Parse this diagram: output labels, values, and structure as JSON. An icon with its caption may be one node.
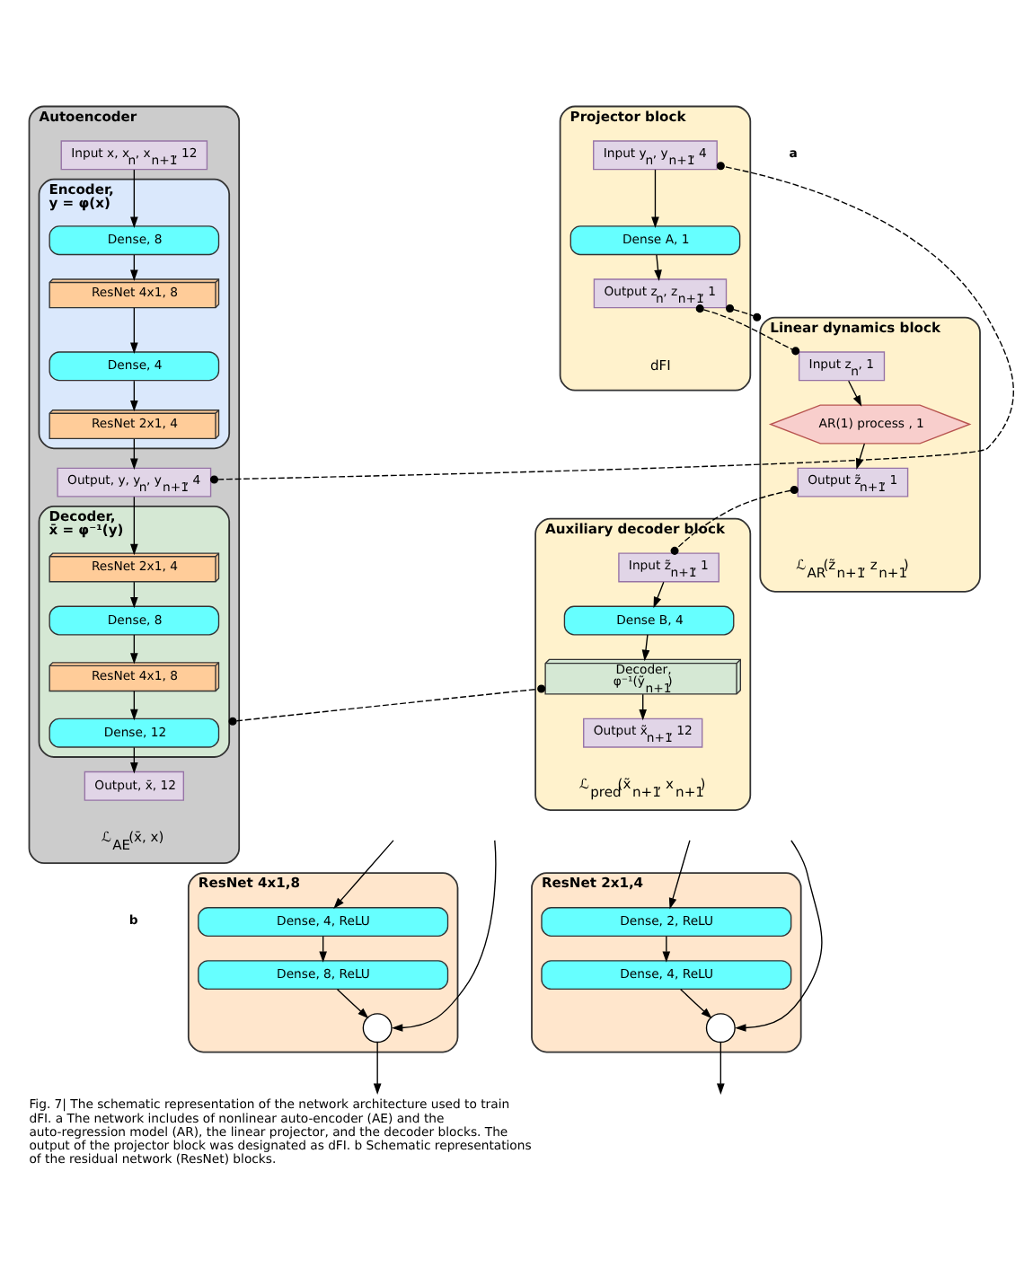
{
  "diagram": {
    "caption": "Fig. 7| The schematic representation of the network architecture used to train dFI. a The network includes of nonlinear auto-encoder (AE) and the auto-regression model (AR), the linear projector, and the decoder blocks. The output of the projector block was designated as dFI. b Schematic representations of the residual network (ResNet) blocks.",
    "nodes": [
      {
        "text": [
          "Autoencoder",
          "ℒ$_{AE}$(x̄, x)"
        ]
      },
      {
        "text": [
          "Input x, x$_{n}$, x$_{n+1}$, 12"
        ],
        "in": 0
      },
      {
        "text": [
          "Encoder, y = φ(x)"
        ],
        "in": 0
      },
      {
        "text": [
          "Dense, 8"
        ],
        "in": 2
      },
      {
        "text": [
          "ResNet 4x1, 8"
        ],
        "in": 2
      },
      {
        "text": [
          "Dense, 4"
        ],
        "in": 2
      },
      {
        "text": [
          "ResNet 2x1, 4"
        ],
        "in": 2
      },
      {
        "text": [
          "Output, y, y$_{n}$, y$_{n+1}$, 4"
        ],
        "in": 0
      },
      {
        "text": [
          "Decoder, x̄ = φ⁻¹(y)"
        ],
        "in": 0
      },
      {
        "text": [
          "ResNet 2x1, 4"
        ],
        "in": 8
      },
      {
        "text": [
          "Dense, 8"
        ],
        "in": 8
      },
      {
        "text": [
          "ResNet 4x1, 8"
        ],
        "in": 8
      },
      {
        "text": [
          "Dense, 12"
        ],
        "in": 8
      },
      {
        "text": [
          "Output, x̄, 12"
        ],
        "in": 0
      },
      {
        "text": [
          "Projector block",
          "dFI"
        ]
      },
      {
        "text": [
          "Input y$_{n}$, y$_{n+1}$, 4"
        ],
        "in": 14
      },
      {
        "text": [
          "Dense A, 1"
        ],
        "in": 14
      },
      {
        "text": [
          "Output z$_{n}$, z$_{n+1}$, 1"
        ],
        "in": 14
      },
      {
        "text": [
          "Linear dynamics block",
          "ℒ$_{AR}$(z̃$_{n+1}$, z$_{n+1}$)"
        ]
      },
      {
        "text": [
          "Input z$_{n}$, 1"
        ],
        "in": 18
      },
      {
        "text": [
          "AR(1) process , 1"
        ],
        "in": 18
      },
      {
        "text": [
          "Output z̃$_{n+1}$, 1"
        ],
        "in": 18
      },
      {
        "text": [
          "Auxiliary decoder block",
          "ℒ$_{pred}$(x̃$_{n+1}$, x$_{n+1}$)"
        ]
      },
      {
        "text": [
          "Input z̃$_{n+1}$, 1"
        ],
        "in": 22
      },
      {
        "text": [
          "Dense B, 4"
        ],
        "in": 22
      },
      {
        "text": [
          "Decoder, φ⁻¹(ỹ$_{n+1}$)"
        ],
        "in": 22
      },
      {
        "text": [
          "Output x̃$_{n+1}$, 12"
        ],
        "in": 22
      },
      {
        "text": [
          "ResNet 4x1,8"
        ]
      },
      {
        "text": [
          "Dense, 4, ReLU"
        ],
        "in": 27
      },
      {
        "text": [
          "Dense, 8, ReLU"
        ],
        "in": 27
      },
      {
        "text": [],
        "shape": "circle",
        "in": 27
      },
      {
        "text": [
          "ResNet 2x1,4"
        ]
      },
      {
        "text": [
          "Dense, 2, ReLU"
        ],
        "in": 31
      },
      {
        "text": [
          "Dense, 4, ReLU"
        ],
        "in": 31
      },
      {
        "text": [],
        "shape": "circle",
        "in": 31
      }
    ],
    "edges": [
      {
        "from": 1,
        "to": 3,
        "arrow": "to"
      },
      {
        "from": 3,
        "to": 4,
        "arrow": "to"
      },
      {
        "from": 4,
        "to": 5,
        "arrow": "to"
      },
      {
        "from": 5,
        "to": 6,
        "arrow": "to"
      },
      {
        "from": 6,
        "to": 7,
        "arrow": "to"
      },
      {
        "from": 7,
        "to": 9,
        "arrow": "to"
      },
      {
        "from": 9,
        "to": 10,
        "arrow": "to"
      },
      {
        "from": 10,
        "to": 11,
        "arrow": "to"
      },
      {
        "from": 11,
        "to": 12,
        "arrow": "to"
      },
      {
        "from": 12,
        "to": 13,
        "arrow": "to"
      },
      {
        "from": 15,
        "to": 16,
        "arrow": "to"
      },
      {
        "from": 16,
        "to": 17,
        "arrow": "to"
      },
      {
        "from": 19,
        "to": 20,
        "arrow": "to"
      },
      {
        "from": 20,
        "to": 21,
        "arrow": "to"
      },
      {
        "from": 23,
        "to": 24,
        "arrow": "to"
      },
      {
        "from": 24,
        "to": 25,
        "arrow": "to"
      },
      {
        "from": 25,
        "to": 26,
        "arrow": "to"
      },
      {
        "from": 7,
        "to": 15,
        "arrow": "other",
        "style": "dashed"
      },
      {
        "from": 17,
        "to": 19,
        "arrow": "other",
        "style": "dashed"
      },
      {
        "from": 17,
        "to": 18,
        "arrow": "other",
        "style": "dashed"
      },
      {
        "from": 21,
        "to": 23,
        "arrow": "other",
        "style": "dashed"
      },
      {
        "from": 8,
        "to": 25,
        "arrow": "other",
        "style": "dashed"
      },
      {
        "from": null,
        "to": 28,
        "arrow": "to"
      },
      {
        "from": 28,
        "to": 29,
        "arrow": "to"
      },
      {
        "from": 29,
        "to": 30,
        "arrow": "to"
      },
      {
        "from": null,
        "to": 30,
        "arrow": "to"
      },
      {
        "from": 30,
        "to": null,
        "arrow": "to"
      },
      {
        "from": null,
        "to": 32,
        "arrow": "to"
      },
      {
        "from": 32,
        "to": 33,
        "arrow": "to"
      },
      {
        "from": 33,
        "to": 34,
        "arrow": "to"
      },
      {
        "from": null,
        "to": 34,
        "arrow": "to"
      },
      {
        "from": 34,
        "to": null,
        "arrow": "to"
      }
    ],
    "labels": [
      "a",
      "b"
    ]
  }
}
